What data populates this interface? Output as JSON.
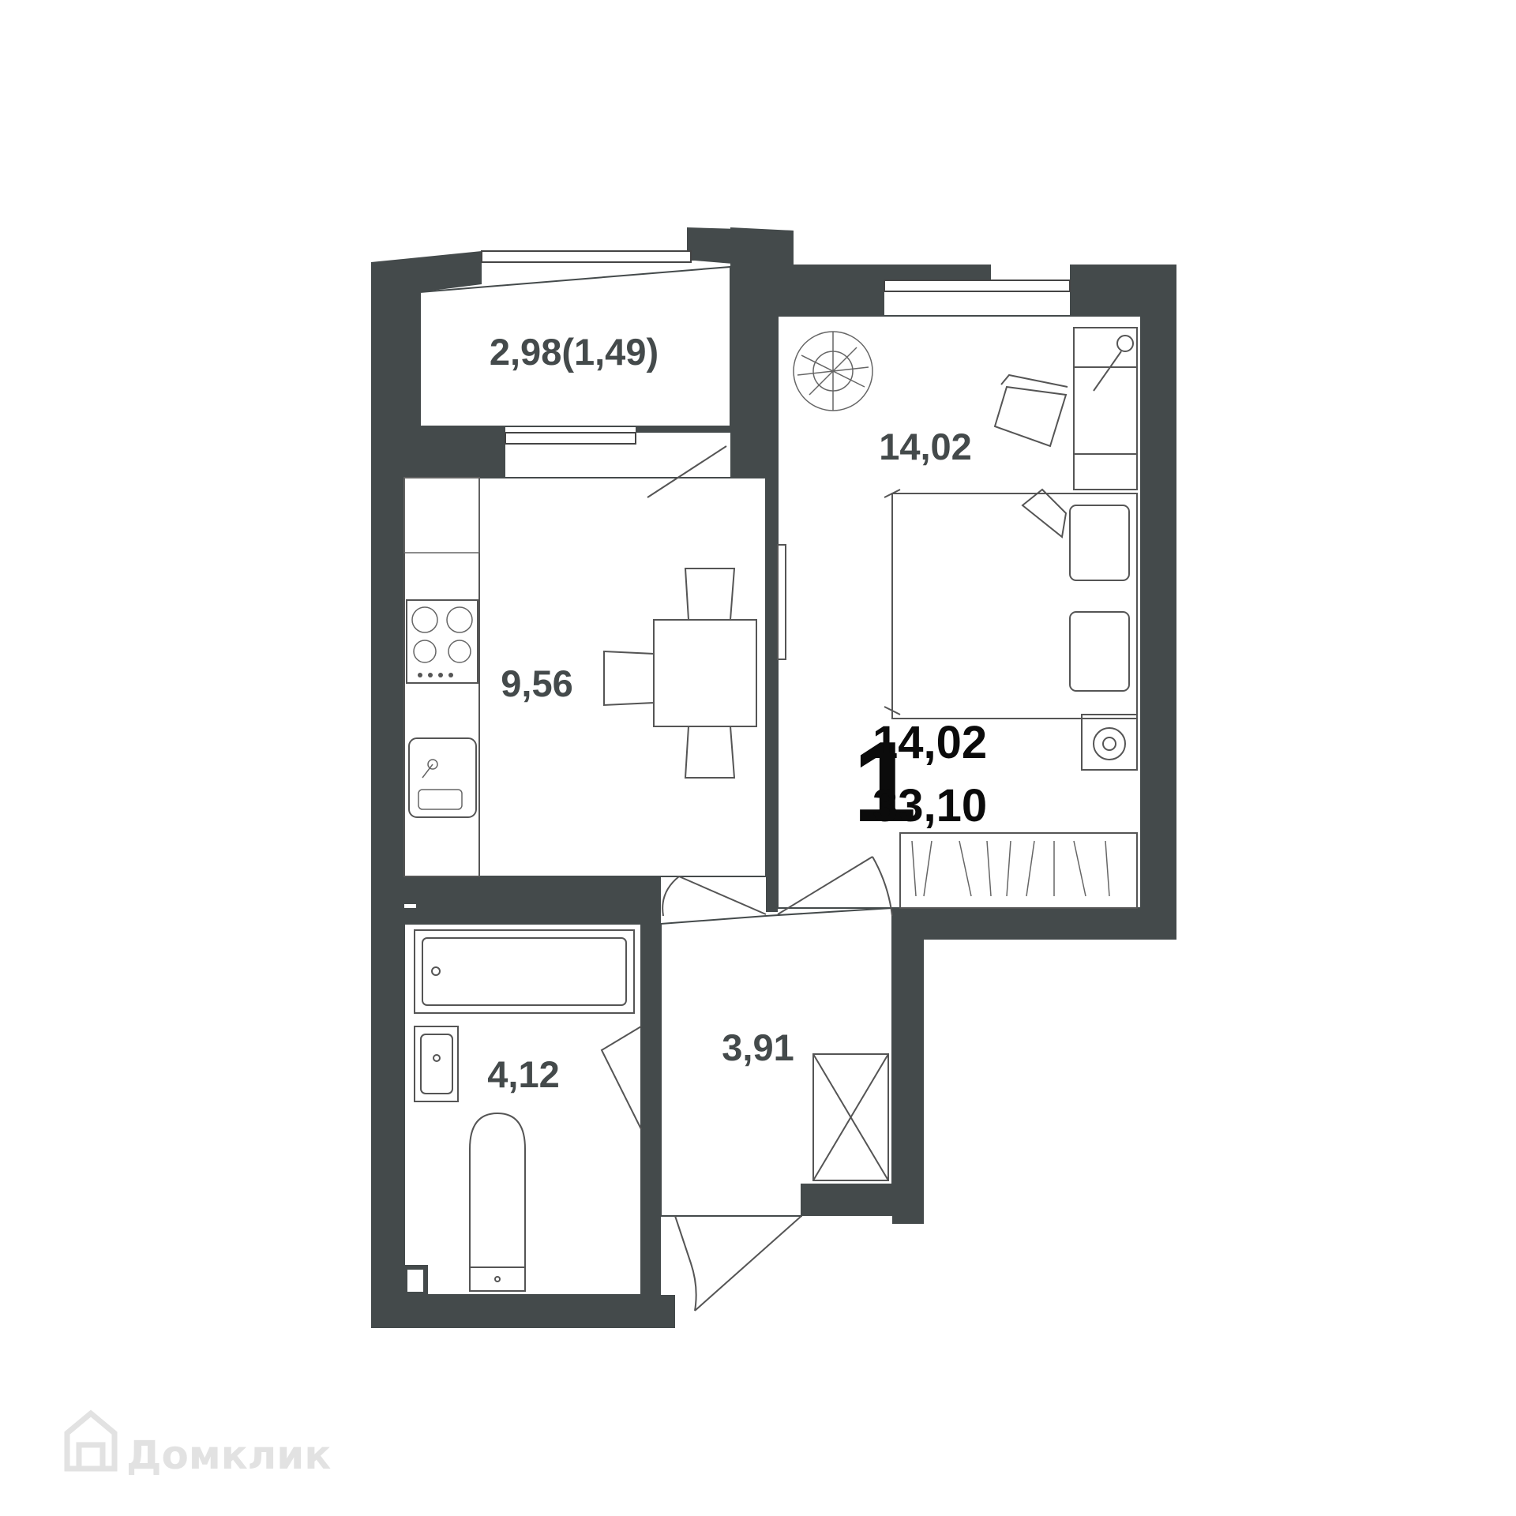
{
  "colors": {
    "wall": "#444a4b",
    "label": "#444a4b",
    "summary": "#0b0b0b",
    "watermark": "#e2e2e2"
  },
  "rooms": {
    "balcony": "2,98(1,49)",
    "kitchen": "9,56",
    "bedroom": "14,02",
    "bathroom": "4,12",
    "hallway": "3,91"
  },
  "summary": {
    "rooms_count": "1",
    "living_area": "14,02",
    "total_area": "33,10"
  },
  "watermark": {
    "text": "Домклик",
    "icon": "house-logo-icon"
  }
}
